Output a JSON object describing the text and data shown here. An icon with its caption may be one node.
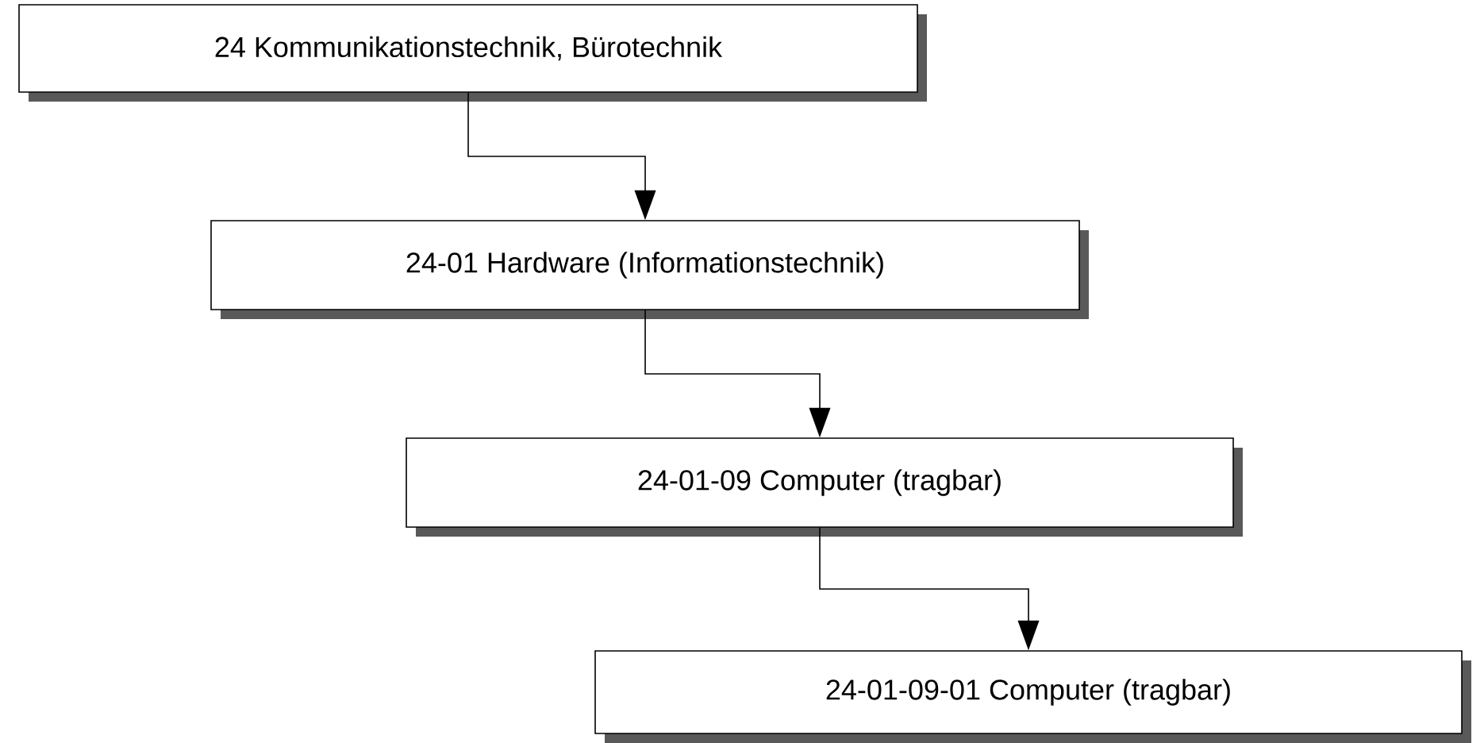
{
  "diagram": {
    "nodes": [
      {
        "text": [
          "24  Kommunikationstechnik, Bürotechnik"
        ]
      },
      {
        "text": [
          "24-01  Hardware (Informationstechnik)"
        ]
      },
      {
        "text": [
          "24-01-09  Computer (tragbar)"
        ]
      },
      {
        "text": [
          "24-01-09-01  Computer (tragbar)"
        ]
      }
    ],
    "edges": [
      {
        "from": 0,
        "to": 1,
        "arrow": "to"
      },
      {
        "from": 1,
        "to": 2,
        "arrow": "to"
      },
      {
        "from": 2,
        "to": 3,
        "arrow": "to"
      }
    ]
  }
}
